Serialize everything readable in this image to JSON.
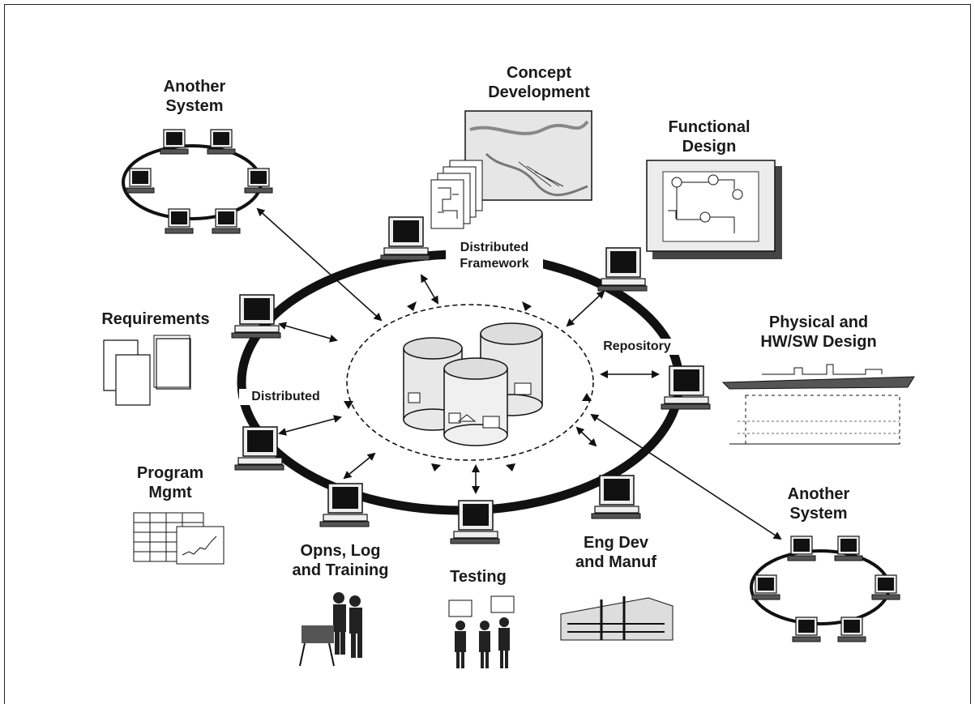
{
  "labels": {
    "another_system_left": "Another\nSystem",
    "concept_development": "Concept\nDevelopment",
    "functional_design": "Functional\nDesign",
    "requirements": "Requirements",
    "physical_design": "Physical and\nHW/SW Design",
    "program_mgmt": "Program\nMgmt",
    "opns_log_training": "Opns, Log\nand Training",
    "testing": "Testing",
    "eng_dev_manuf": "Eng Dev\nand Manuf",
    "another_system_right": "Another\nSystem",
    "distributed_framework": "Distributed\nFramework",
    "repository": "Repository",
    "distributed": "Distributed"
  },
  "icons": [
    "computer-icon",
    "database-icon",
    "document-icon",
    "chart-icon",
    "ship-icon",
    "building-icon",
    "people-icon",
    "map-icon",
    "schematic-icon"
  ]
}
